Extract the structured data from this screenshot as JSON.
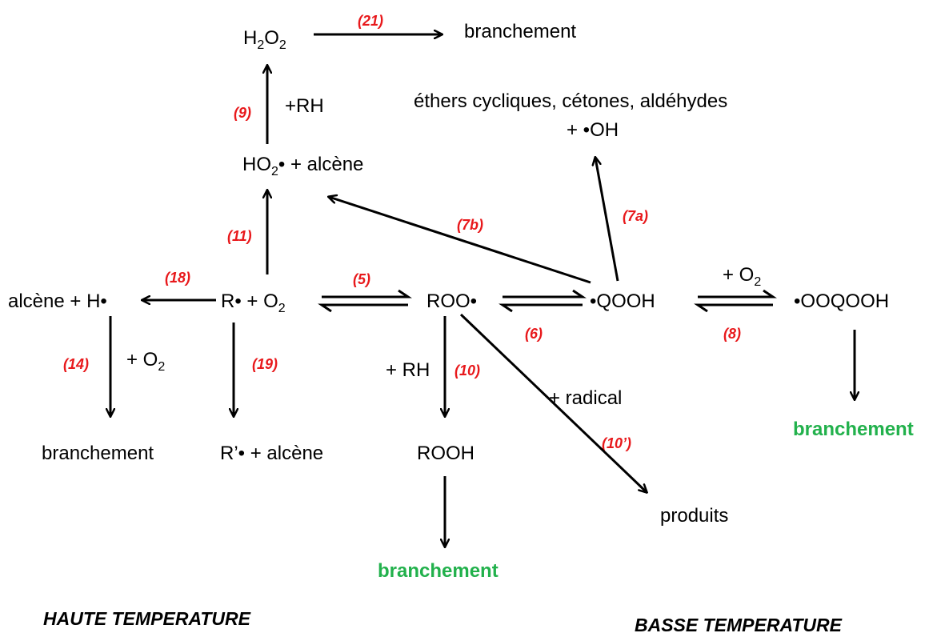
{
  "colors": {
    "label": "#e8191c",
    "green": "#22b14c",
    "arrow": "#000000"
  },
  "species": {
    "h2o2_main": "H",
    "h2o2_s1": "2",
    "h2o2_mid": "O",
    "h2o2_s2": "2",
    "branch_top": "branchement",
    "ethers": "éthers cycliques, cétones, aldéhydes",
    "oh": "+ •OH",
    "ho2_main": "HO",
    "ho2_sub": "2",
    "ho2_rest": "• + alcène",
    "alkene_h": "alcène + H•",
    "r_main": "R• + O",
    "r_sub": "2",
    "roo": "ROO•",
    "qooh": "•QOOH",
    "o2q_main": "+ O",
    "o2q_sub": "2",
    "ooqooh": "•OOQOOH",
    "o2_left_main": "+ O",
    "o2_left_sub": "2",
    "plus_rh_mid": "+ RH",
    "plus_rh_top": "+RH",
    "plus_radical": "+ radical",
    "branch_left": "branchement",
    "r_prime": "R’• + alcène",
    "rooh": "ROOH",
    "products": "produits",
    "branch_green_right": "branchement",
    "branch_green_bottom": "branchement"
  },
  "reactions": {
    "r21": "(21)",
    "r9": "(9)",
    "r7b": "(7b)",
    "r7a": "(7a)",
    "r11": "(11)",
    "r18": "(18)",
    "r5": "(5)",
    "r6": "(6)",
    "r8": "(8)",
    "r14": "(14)",
    "r19": "(19)",
    "r10": "(10)",
    "r10p": "(10’)"
  },
  "regions": {
    "high": "HAUTE  TEMPERATURE",
    "low": "BASSE  TEMPERATURE"
  }
}
